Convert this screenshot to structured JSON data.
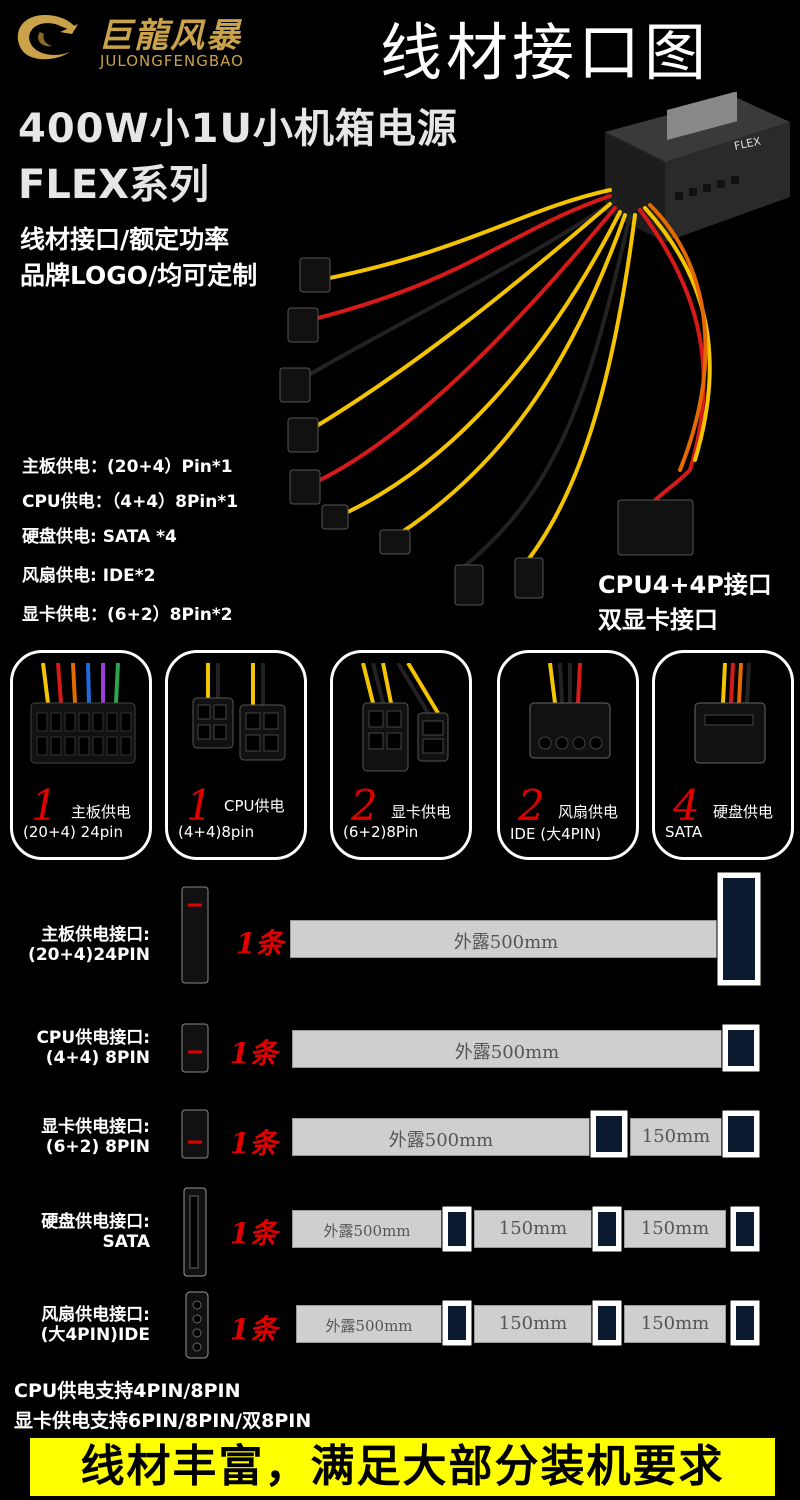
{
  "brand": {
    "cn": "巨龍风暴",
    "en": "JULONGFENGBAO"
  },
  "title": "线材接口图",
  "subtitle1": "400W小1U小机箱电源",
  "subtitle2": "FLEX系列",
  "notes": [
    "线材接口/额定功率",
    "品牌LOGO/均可定制"
  ],
  "specs": [
    "主板供电：(20+4）Pin*1",
    "CPU供电：（4+4）8Pin*1",
    "硬盘供电: SATA *4",
    "风扇供电: IDE*2",
    "显卡供电：(6+2）8Pin*2"
  ],
  "side_notes": [
    "CPU4+4P接口",
    "双显卡接口"
  ],
  "psu_label": "FLEX",
  "cards": [
    {
      "count": "1",
      "label": "主板供电",
      "pin": "(20+4) 24pin"
    },
    {
      "count": "1",
      "label": "CPU供电",
      "pin": "(4+4)8pin"
    },
    {
      "count": "2",
      "label": "显卡供电",
      "pin": "(6+2)8Pin"
    },
    {
      "count": "2",
      "label": "风扇供电",
      "pin": "IDE (大4PIN)"
    },
    {
      "count": "4",
      "label": "硬盘供电",
      "pin": "SATA"
    }
  ],
  "rows": [
    {
      "label1": "主板供电接口:",
      "label2": "(20+4)24PIN",
      "count": "1条",
      "segments": [
        "外露500mm"
      ]
    },
    {
      "label1": "CPU供电接口:",
      "label2": "(4+4) 8PIN",
      "count": "1条",
      "segments": [
        "外露500mm"
      ]
    },
    {
      "label1": "显卡供电接口:",
      "label2": "(6+2) 8PIN",
      "count": "1条",
      "segments": [
        "外露500mm",
        "150mm"
      ]
    },
    {
      "label1": "硬盘供电接口:",
      "label2": "SATA",
      "count": "1条",
      "segments": [
        "外露500mm",
        "150mm",
        "150mm"
      ]
    },
    {
      "label1": "风扇供电接口:",
      "label2": "(大4PIN)IDE",
      "count": "1条",
      "segments": [
        "外露500mm",
        "150mm",
        "150mm"
      ]
    }
  ],
  "footer_lines": [
    "CPU供电支持4PIN/8PIN",
    "显卡供电支持6PIN/8PIN/双8PIN"
  ],
  "banner": "线材丰富，满足大部分装机要求",
  "colors": {
    "accent_red": "#e10000",
    "banner_yellow": "#ffff00",
    "brand_gold": "#c9a24a"
  }
}
